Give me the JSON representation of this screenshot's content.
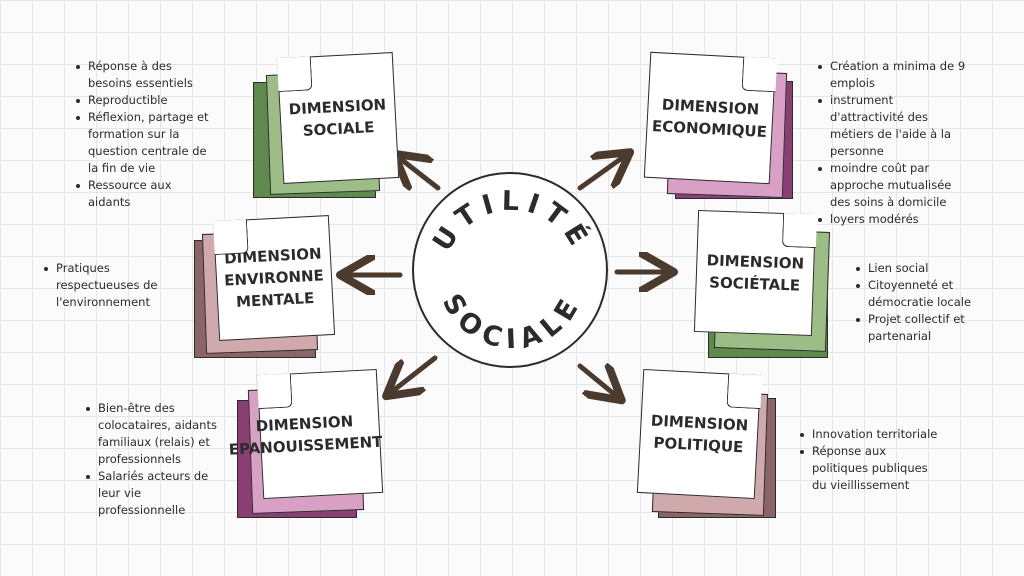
{
  "center": {
    "title_line1": "UTILITÉ",
    "title_line2": "SOCIALE"
  },
  "colors": {
    "ink": "#2b2b2b",
    "green_dark": "#5e8a4e",
    "green_light": "#9cbd86",
    "pink_light": "#d8a0c4",
    "plum": "#8a3f73",
    "mauve_light": "#cfa9ab",
    "mauve_dark": "#8a6466"
  },
  "dimensions": [
    {
      "id": "sociale",
      "label": "Dimension\nSociale",
      "bullets": [
        "Réponse à des besoins essentiels",
        "Reproductible",
        "Réflexion, partage et formation sur la question centrale de la fin de vie",
        "Ressource aux aidants"
      ]
    },
    {
      "id": "economique",
      "label": "Dimension\nEconomique",
      "bullets": [
        "Création a minima de 9 emplois",
        "instrument d'attractivité des métiers de l'aide à la personne",
        "moindre coût par approche mutualisée des soins à domicile",
        "loyers modérés"
      ]
    },
    {
      "id": "environnementale",
      "label": "Dimension\nEnvironne\nmentale",
      "bullets": [
        "Pratiques respectueuses de l'environnement"
      ]
    },
    {
      "id": "societale",
      "label": "Dimension\nSociétale",
      "bullets": [
        "Lien social",
        "Citoyenneté et démocratie locale",
        "Projet collectif et partenarial"
      ]
    },
    {
      "id": "epanouissement",
      "label": "Dimension\nEpanouissement",
      "bullets": [
        "Bien-être des colocataires, aidants familiaux (relais) et professionnels",
        "Salariés acteurs de leur vie professionnelle"
      ]
    },
    {
      "id": "politique",
      "label": "Dimension\nPolitique",
      "bullets": [
        "Innovation territoriale",
        "Réponse aux politiques publiques du vieillissement"
      ]
    }
  ]
}
